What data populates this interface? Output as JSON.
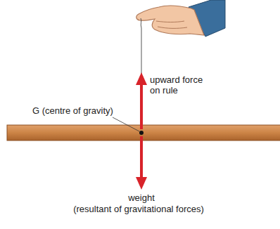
{
  "diagram": {
    "labels": [
      "upward force on rule",
      "G (centre of gravity)",
      "weight",
      "(resultant of gravitational forces)"
    ]
  }
}
